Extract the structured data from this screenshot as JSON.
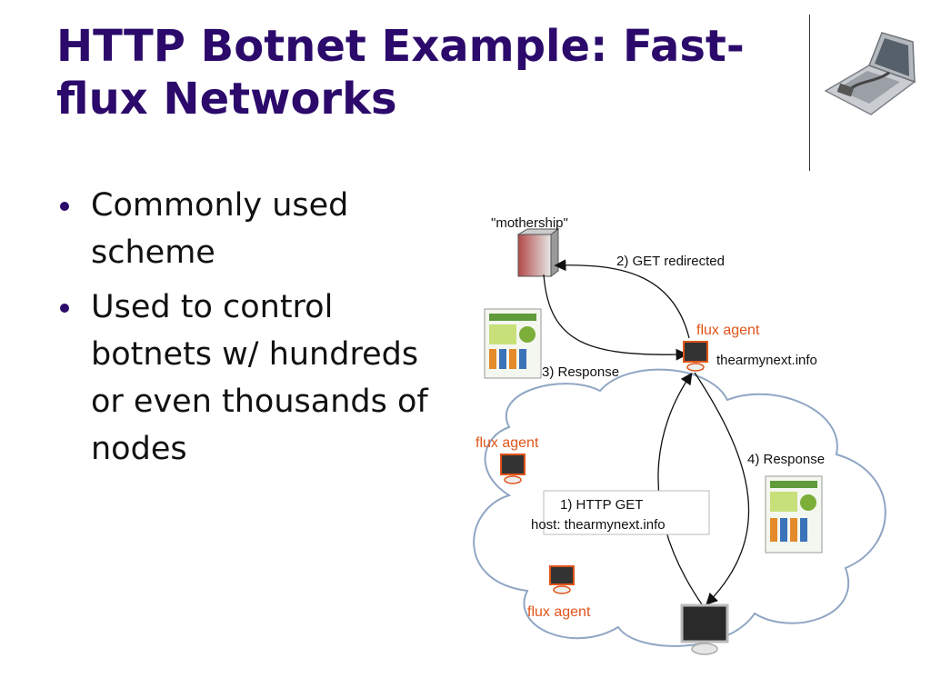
{
  "slide": {
    "title": "HTTP Botnet Example: Fast-flux Networks",
    "bullets": [
      "Commonly used scheme",
      "Used to control botnets w/ hundreds or even thousands of nodes"
    ]
  },
  "diagram": {
    "mothership_label": "\"mothership\"",
    "step1_line1": "1) HTTP GET",
    "step1_line2": "host: thearmynext.info",
    "step2": "2) GET redirected",
    "step3": "3) Response",
    "step4": "4) Response",
    "flux_agent_label": "flux agent",
    "domain_label": "thearmynext.info"
  },
  "colors": {
    "title": "#2b0a6b",
    "flux_agent_text": "#e0541a",
    "cloud_stroke": "#8fa6c4"
  }
}
